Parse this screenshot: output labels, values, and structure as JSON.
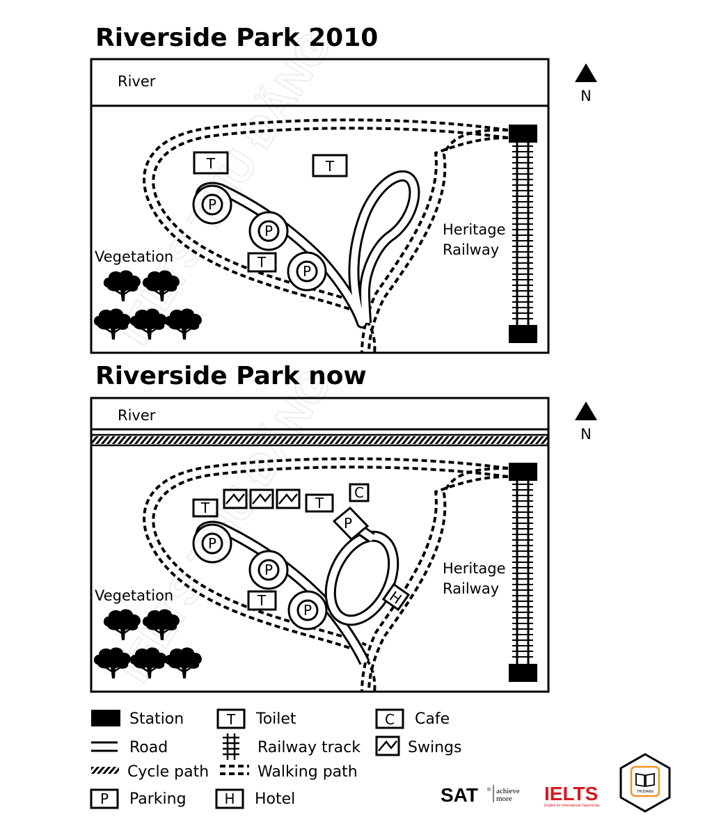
{
  "titles": {
    "map_2010": "Riverside Park 2010",
    "map_now": "Riverside Park now"
  },
  "map_labels": {
    "river": "River",
    "vegetation": "Vegetation",
    "heritage": "Heritage",
    "railway": "Railway",
    "north": "N"
  },
  "symbols": {
    "toilet": "T",
    "parking": "P",
    "cafe": "C",
    "hotel": "H"
  },
  "legend": {
    "station": "Station",
    "toilet": "Toilet",
    "cafe": "Cafe",
    "road": "Road",
    "railway_track": "Railway track",
    "swings": "Swings",
    "cycle_path": "Cycle path",
    "walking_path": "Walking path",
    "parking": "Parking",
    "hotel": "Hotel"
  },
  "logos": {
    "sat": "SAT",
    "sat_tag_line1": "achieve",
    "sat_tag_line2": "more",
    "ielts": "IELTS",
    "ielts_tag": "English for International Opportunity",
    "thudang": "THUDANG",
    "watermark": "IELTS THU ĐĂNG"
  },
  "colors": {
    "ink": "#000000",
    "paper": "#ffffff",
    "ielts_red": "#d71920",
    "badge_orange": "#f29222"
  }
}
